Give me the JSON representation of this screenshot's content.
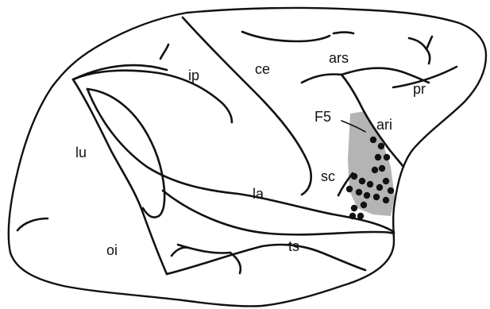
{
  "diagram": {
    "shading_color": "#b4b4b4",
    "line_color": "#111111",
    "dot_color": "#111111",
    "labels": {
      "ips": "ip",
      "ce": "ce",
      "ars": "ars",
      "pr": "pr",
      "f5": "F5",
      "ari": "ari",
      "lu": "lu",
      "sc": "sc",
      "la": "la",
      "oi": "oi",
      "ts": "ts"
    },
    "recording_site_count": 21
  }
}
